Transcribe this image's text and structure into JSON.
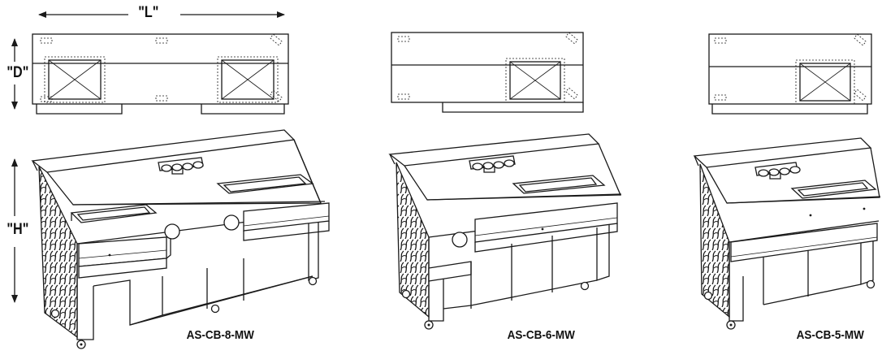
{
  "dimension_labels": {
    "length": "\"L\"",
    "depth": "\"D\"",
    "height": "\"H\""
  },
  "models": [
    {
      "label": "AS-CB-8-MW"
    },
    {
      "label": "AS-CB-6-MW"
    },
    {
      "label": "AS-CB-5-MW"
    }
  ],
  "colors": {
    "line": "#1a1a1a",
    "background": "#ffffff"
  }
}
